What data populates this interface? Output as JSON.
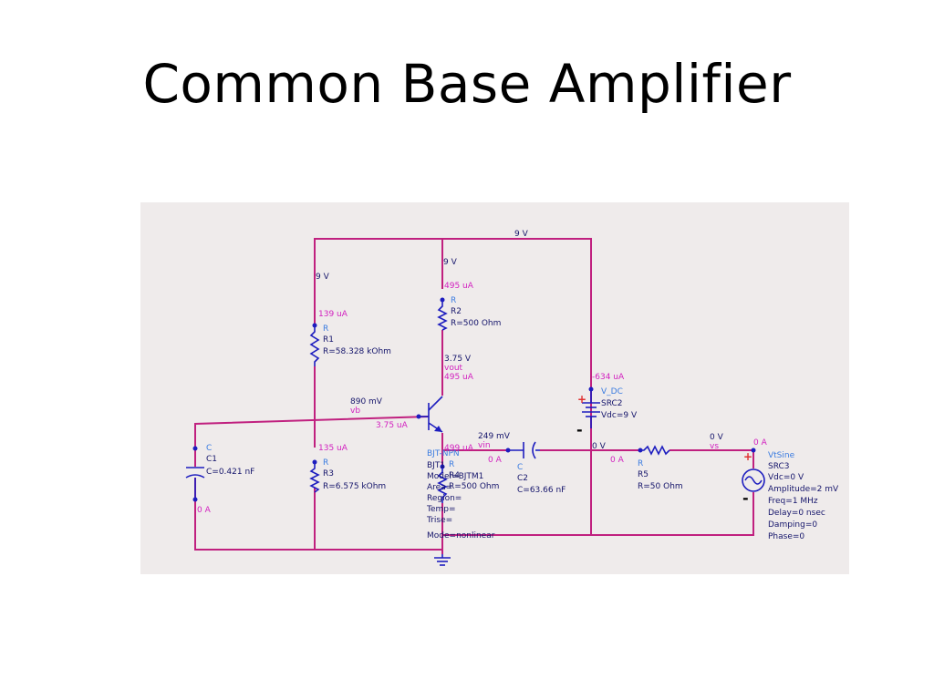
{
  "slide": {
    "title": "Common Base Amplifier"
  },
  "schematic": {
    "supply": {
      "node_voltage_top": "9 V",
      "node_voltage_right": "9 V",
      "node_voltage_left": "9 V"
    },
    "r1": {
      "kind": "R",
      "ref": "R1",
      "value": "R=58.328 kOhm",
      "current": "139 uA"
    },
    "r2": {
      "kind": "R",
      "ref": "R2",
      "value": "R=500 Ohm",
      "current": "495 uA"
    },
    "r3": {
      "kind": "R",
      "ref": "R3",
      "value": "R=6.575 kOhm",
      "current": "135 uA"
    },
    "r4": {
      "kind": "R",
      "ref": "R4",
      "value": "R=500 Ohm",
      "current": "499 uA"
    },
    "r5": {
      "kind": "R",
      "ref": "R5",
      "value": "R=50 Ohm",
      "current": "0 A"
    },
    "vout": {
      "voltage": "3.75 V",
      "node": "vout",
      "current": "495 uA"
    },
    "vb": {
      "voltage": "890 mV",
      "node": "vb",
      "base_current": "3.75 uA"
    },
    "vin": {
      "voltage": "249 mV",
      "node": "vin",
      "current": "0 A"
    },
    "vs": {
      "voltage": "0 V",
      "node": "vs",
      "current": "0 A"
    },
    "c2_node_voltage": "0 V",
    "c1": {
      "kind": "C",
      "ref": "C1",
      "value": "C=0.421 nF",
      "current": "0 A"
    },
    "c2": {
      "kind": "C",
      "ref": "C2",
      "value": "C=63.66 nF"
    },
    "bjt": {
      "kind": "BJT-NPN",
      "ref": "BJT1",
      "params": [
        "Model=BJTM1",
        "Area=",
        "Region=",
        "Temp=",
        "Trise=",
        "Mode=nonlinear"
      ],
      "emitter_current": "499 uA"
    },
    "src2": {
      "kind": "V_DC",
      "ref": "SRC2",
      "value": "Vdc=9 V",
      "current": "-634 uA",
      "plus": "+",
      "minus": "-"
    },
    "src3": {
      "kind": "VtSine",
      "ref": "SRC3",
      "params": [
        "Vdc=0 V",
        "Amplitude=2 mV",
        "Freq=1 MHz",
        "Delay=0 nsec",
        "Damping=0",
        "Phase=0"
      ],
      "plus": "+",
      "minus": "-"
    }
  }
}
